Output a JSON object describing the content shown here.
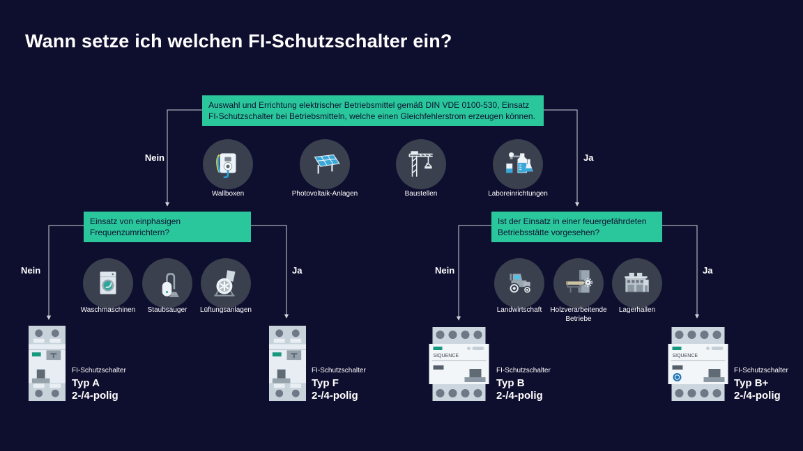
{
  "title": "Wann setze ich welchen FI-Schutzschalter ein?",
  "branch_labels": {
    "no": "Nein",
    "yes": "Ja"
  },
  "root": {
    "question": "Auswahl und Errichtung elektrischer Betriebsmittel gemäß DIN VDE 0100-530, Einsatz FI-Schutzschalter bei Betriebsmitteln, welche einen Gleichfehlerstrom erzeugen können.",
    "examples": [
      {
        "label": "Wallboxen",
        "icon": "wallbox-icon"
      },
      {
        "label": "Photovoltaik-Anlagen",
        "icon": "solar-panel-icon"
      },
      {
        "label": "Baustellen",
        "icon": "construction-crane-icon"
      },
      {
        "label": "Laboreinrichtungen",
        "icon": "laboratory-icon"
      }
    ]
  },
  "left_branch": {
    "question": "Einsatz von einphasigen Frequenzumrichtern?",
    "examples": [
      {
        "label": "Waschmaschinen",
        "icon": "washing-machine-icon"
      },
      {
        "label": "Staubsauger",
        "icon": "vacuum-cleaner-icon"
      },
      {
        "label": "Lüftungsanlagen",
        "icon": "ventilation-fan-icon"
      }
    ],
    "result_no": {
      "category": "FI-Schutzschalter",
      "type": "Typ A",
      "poles": "2-/4-polig"
    },
    "result_yes": {
      "category": "FI-Schutzschalter",
      "type": "Typ F",
      "poles": "2-/4-polig"
    }
  },
  "right_branch": {
    "question": "Ist der Einsatz in einer feuergefährdeten Betriebsstätte vorgesehen?",
    "examples": [
      {
        "label": "Landwirtschaft",
        "icon": "tractor-icon"
      },
      {
        "label": "Holzverarbeitende Betriebe",
        "icon": "wood-saw-icon"
      },
      {
        "label": "Lagerhallen",
        "icon": "warehouse-icon"
      }
    ],
    "result_no": {
      "category": "FI-Schutzschalter",
      "type": "Typ B",
      "poles": "2-/4-polig",
      "device_brand": "SIQUENCE"
    },
    "result_yes": {
      "category": "FI-Schutzschalter",
      "type": "Typ B+",
      "poles": "2-/4-polig",
      "device_brand": "SIQUENCE"
    }
  },
  "colors": {
    "background": "#0e0e2e",
    "question_box": "#2bc79c",
    "question_text": "#0c1230",
    "connector": "#cfd4da",
    "icon_circle": "#3a404e",
    "accent_teal": "#17987f",
    "accent_blue": "#2a9fd8"
  }
}
